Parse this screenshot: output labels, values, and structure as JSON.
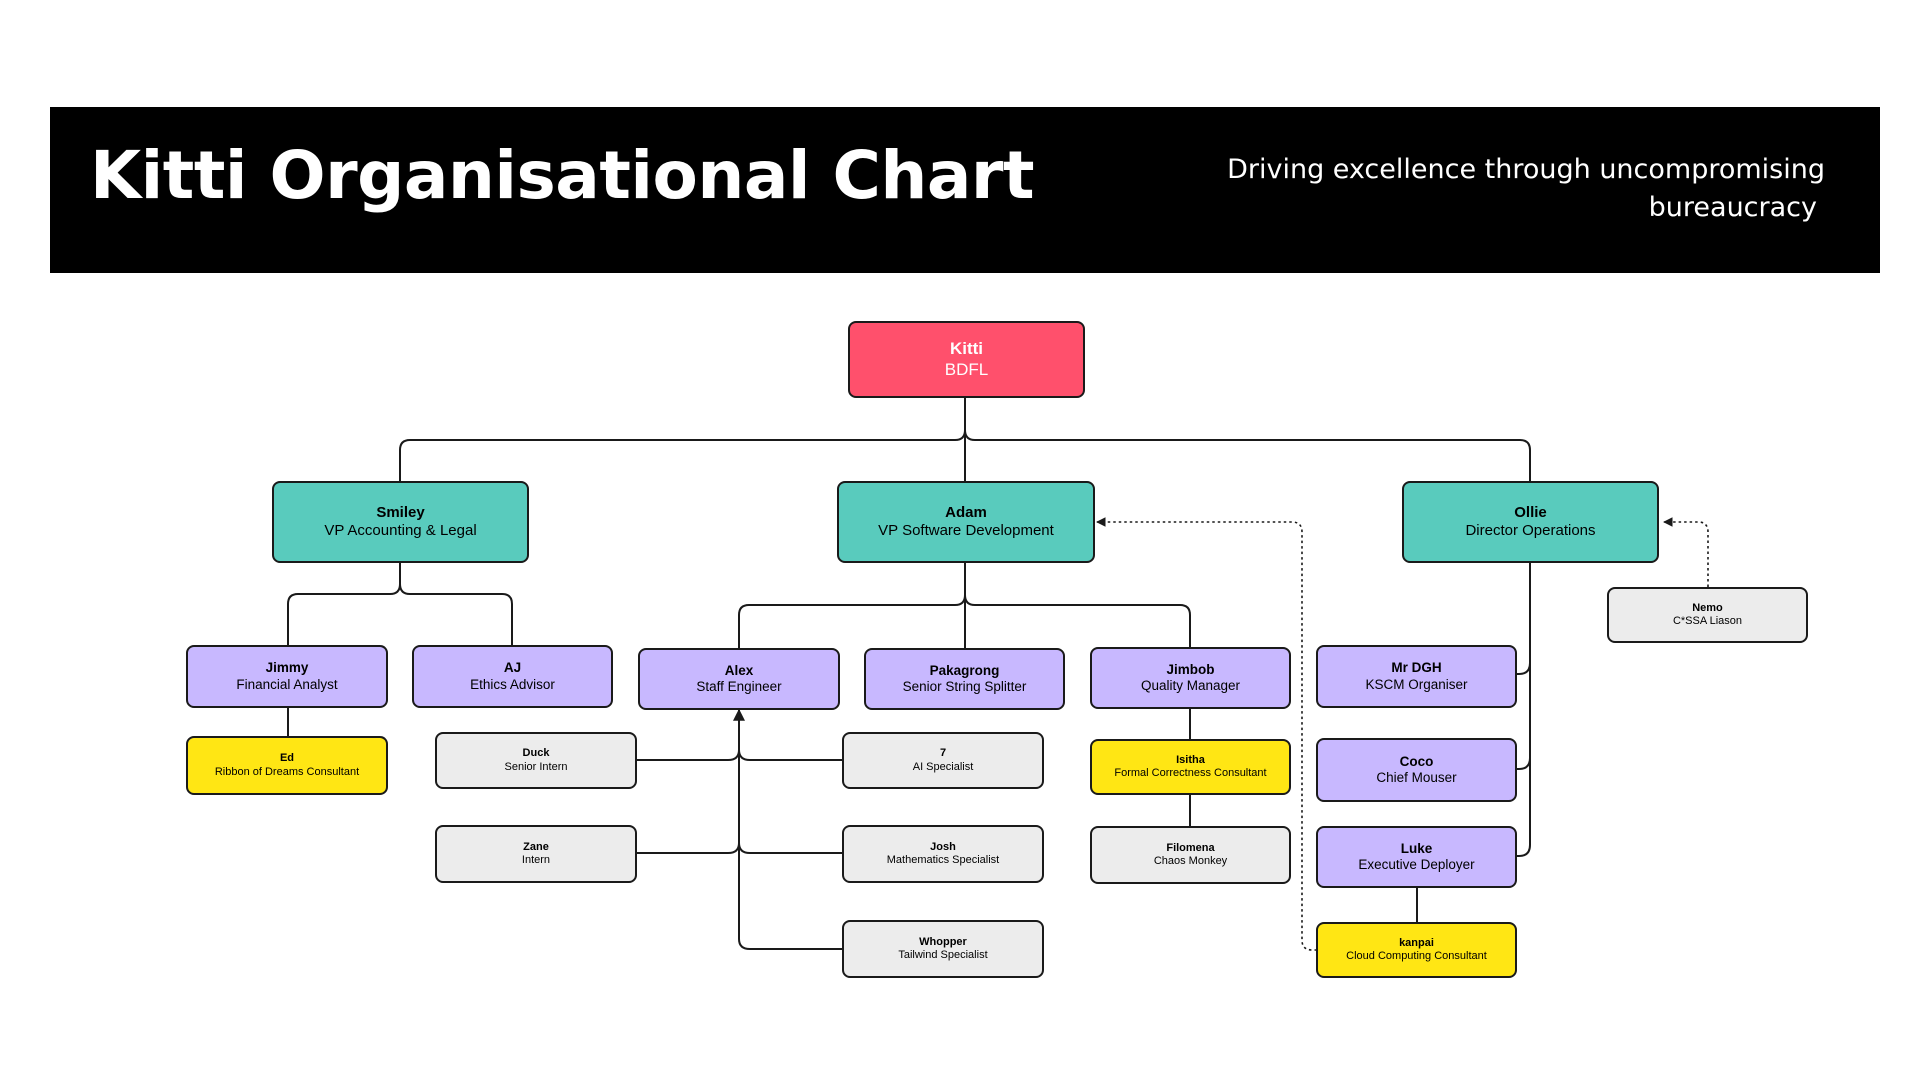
{
  "header": {
    "title": "Kitti Organisational Chart",
    "tagline_line1": "Driving excellence through uncompromising",
    "tagline_line2": "bureaucracy"
  },
  "colors": {
    "banner": "#000000",
    "bdfl": "#ff506c",
    "vp": "#59cbbd",
    "manager": "#c8b8ff",
    "staff": "#ececec",
    "consultant": "#ffe614",
    "line": "#1a1a1a"
  },
  "nodes": {
    "kitti": {
      "name": "Kitti",
      "role": "BDFL"
    },
    "smiley": {
      "name": "Smiley",
      "role": "VP Accounting & Legal"
    },
    "adam": {
      "name": "Adam",
      "role": "VP Software Development"
    },
    "ollie": {
      "name": "Ollie",
      "role": "Director Operations"
    },
    "nemo": {
      "name": "Nemo",
      "role": "C*SSA Liason"
    },
    "jimmy": {
      "name": "Jimmy",
      "role": "Financial Analyst"
    },
    "aj": {
      "name": "AJ",
      "role": "Ethics Advisor"
    },
    "alex": {
      "name": "Alex",
      "role": "Staff Engineer"
    },
    "pakagrong": {
      "name": "Pakagrong",
      "role": "Senior String Splitter"
    },
    "jimbob": {
      "name": "Jimbob",
      "role": "Quality Manager"
    },
    "mrdgh": {
      "name": "Mr DGH",
      "role": "KSCM Organiser"
    },
    "coco": {
      "name": "Coco",
      "role": "Chief Mouser"
    },
    "luke": {
      "name": "Luke",
      "role": "Executive Deployer"
    },
    "ed": {
      "name": "Ed",
      "role": "Ribbon of Dreams Consultant"
    },
    "duck": {
      "name": "Duck",
      "role": "Senior Intern"
    },
    "zane": {
      "name": "Zane",
      "role": "Intern"
    },
    "seven": {
      "name": "7",
      "role": "AI Specialist"
    },
    "josh": {
      "name": "Josh",
      "role": "Mathematics Specialist"
    },
    "whopper": {
      "name": "Whopper",
      "role": "Tailwind Specialist"
    },
    "isitha": {
      "name": "Isitha",
      "role": "Formal Correctness Consultant"
    },
    "filomena": {
      "name": "Filomena",
      "role": "Chaos Monkey"
    },
    "kanpai": {
      "name": "kanpai",
      "role": "Cloud Computing Consultant"
    }
  }
}
